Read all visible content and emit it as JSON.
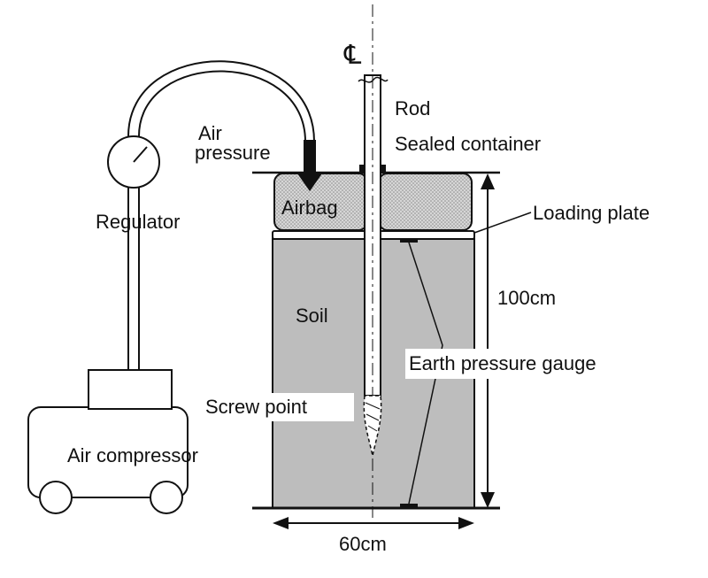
{
  "labels": {
    "centerline": "℄",
    "rod": "Rod",
    "sealed_container": "Sealed container",
    "air_pressure_1": "Air",
    "air_pressure_2": "pressure",
    "airbag": "Airbag",
    "regulator": "Regulator",
    "loading_plate": "Loading plate",
    "height": "100cm",
    "soil": "Soil",
    "earth_pressure_gauge": "Earth pressure gauge",
    "screw_point": "Screw point",
    "air_compressor": "Air compressor",
    "width": "60cm"
  },
  "colors": {
    "soil": "#bdbdbd",
    "airbag": "#cfcfcf",
    "line": "#111111",
    "background": "#ffffff"
  }
}
